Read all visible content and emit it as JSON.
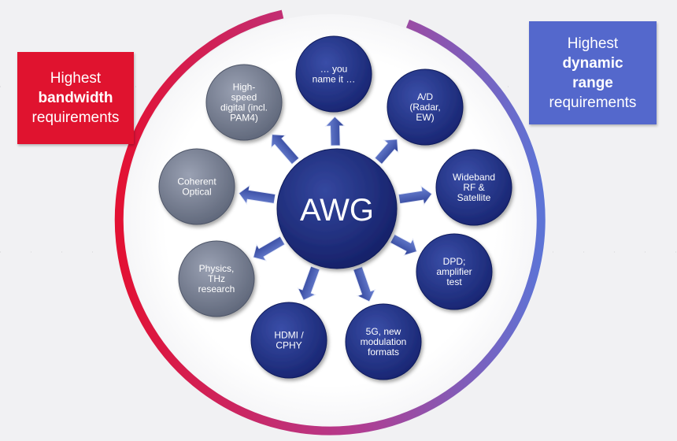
{
  "colors": {
    "ring_start": "#e31133",
    "ring_end": "#5d74d6",
    "bandwidth_box": "#e0132f",
    "dynamic_range_box": "#5468cc",
    "center_node": "#1e2d7a",
    "dark_node": "#1f2f86",
    "gray_node": "#7f8799"
  },
  "bandwidth": {
    "line1": "Highest",
    "line2": "bandwidth",
    "line3": "requirements"
  },
  "dynamic_range": {
    "line1": "Highest",
    "line2": "dynamic",
    "line3": "range",
    "line4": "requirements"
  },
  "center": {
    "label": "AWG"
  },
  "nodes": [
    {
      "lines": [
        "… you",
        "name it …"
      ],
      "style": "dark"
    },
    {
      "lines": [
        "A/D",
        "(Radar,",
        "EW)"
      ],
      "style": "dark"
    },
    {
      "lines": [
        "Wideband",
        "RF &",
        "Satellite"
      ],
      "style": "dark"
    },
    {
      "lines": [
        "DPD;",
        "amplifier",
        "test"
      ],
      "style": "dark"
    },
    {
      "lines": [
        "5G, new",
        "modulation",
        "formats"
      ],
      "style": "dark"
    },
    {
      "lines": [
        "HDMI /",
        "CPHY"
      ],
      "style": "dark"
    },
    {
      "lines": [
        "Physics,",
        "THz",
        "research"
      ],
      "style": "gray"
    },
    {
      "lines": [
        "Coherent",
        "Optical"
      ],
      "style": "gray"
    },
    {
      "lines": [
        "High-",
        "speed",
        "digital (incl.",
        "PAM4)"
      ],
      "style": "gray"
    }
  ]
}
